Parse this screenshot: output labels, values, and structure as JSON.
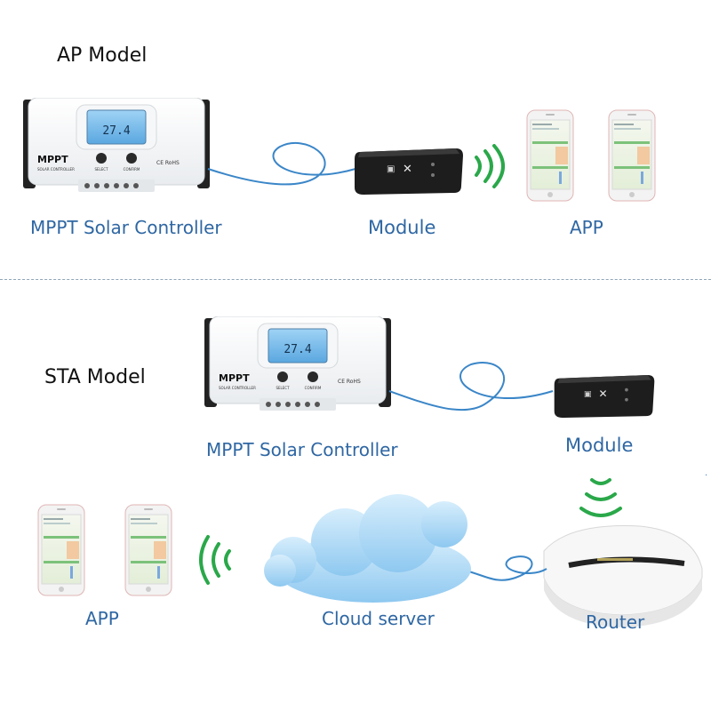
{
  "sections": {
    "ap": {
      "title": "AP Model",
      "controller_label": "MPPT Solar Controller",
      "module_label": "Module",
      "app_label": "APP"
    },
    "sta": {
      "title": "STA Model",
      "controller_label": "MPPT Solar Controller",
      "module_label": "Module",
      "app_label": "APP",
      "cloud_label": "Cloud server",
      "router_label": "Router"
    }
  },
  "controller": {
    "brand": "MPPT",
    "subtitle": "SOLAR CONTROLLER",
    "select_label": "SELECT",
    "confirm_label": "CONFIRM",
    "model_code": "CE RoHS",
    "lcd_value": "27.4"
  },
  "colors": {
    "label_blue": "#2f67a3",
    "cable_blue": "#3a86c8",
    "wifi_green": "#2aa84a",
    "cloud_blue": "#a9d6f5",
    "module_black": "#1d1d1d"
  },
  "icons": [
    "controller-device",
    "wifi-module",
    "smartphone",
    "wifi-signal-icon",
    "cloud-icon",
    "router-device"
  ]
}
